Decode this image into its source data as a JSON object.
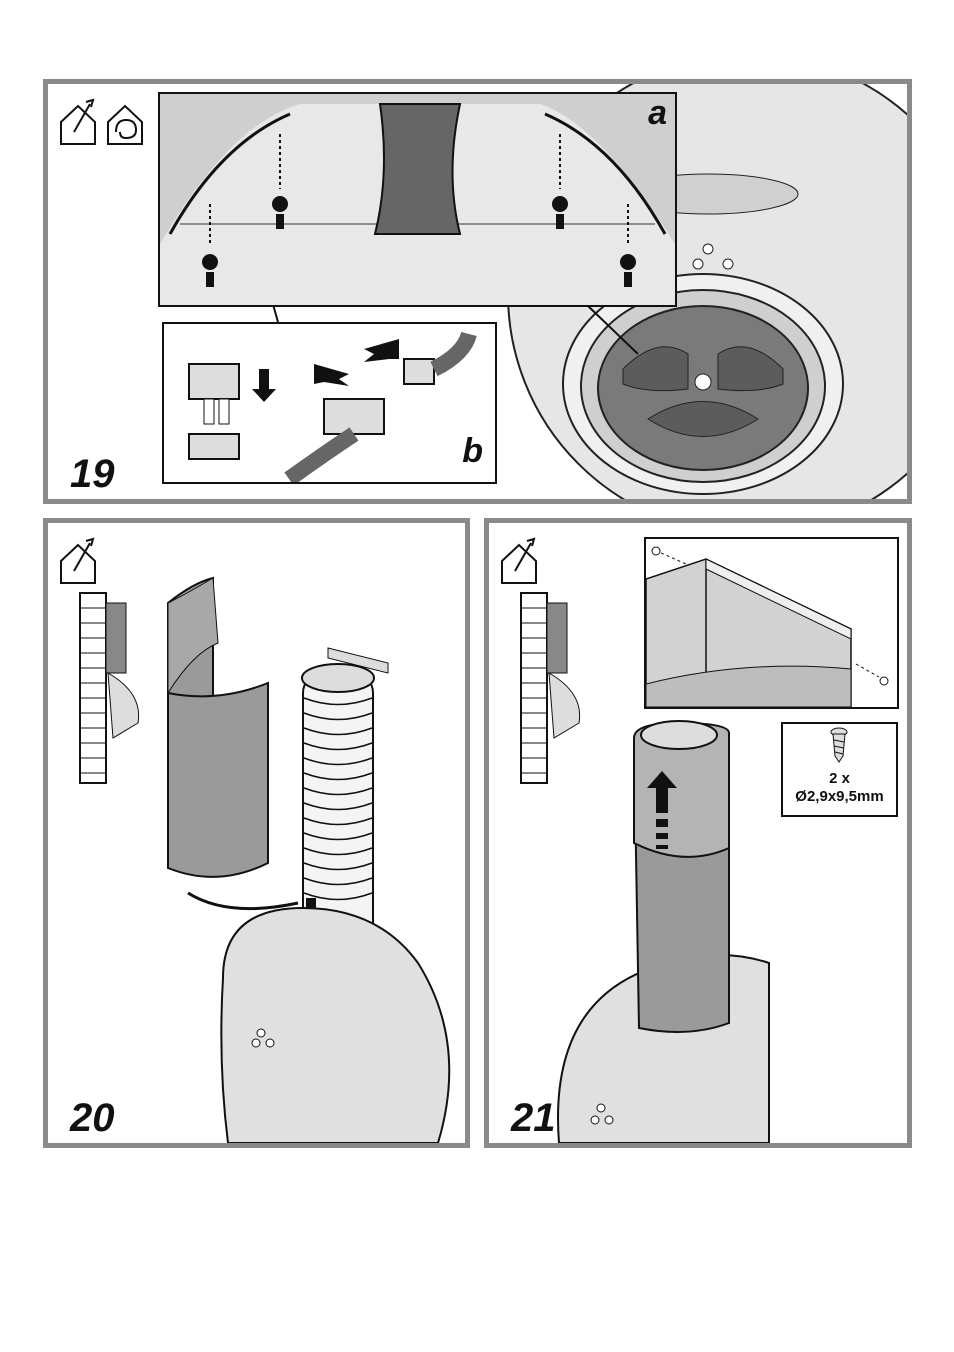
{
  "steps": [
    {
      "number": "19",
      "inset_a_label": "a",
      "inset_b_label": "b"
    },
    {
      "number": "20"
    },
    {
      "number": "21",
      "screw_qty": "2 x",
      "screw_size": "Ø2,9x9,5mm"
    }
  ],
  "icons": [
    "exhaust-air-mode-icon",
    "recirculation-mode-icon"
  ],
  "colors": {
    "frame": "#8a8a8a",
    "hood_body": "#dcdcdc",
    "chimney": "#9a9a9a",
    "dark": "#555555"
  }
}
